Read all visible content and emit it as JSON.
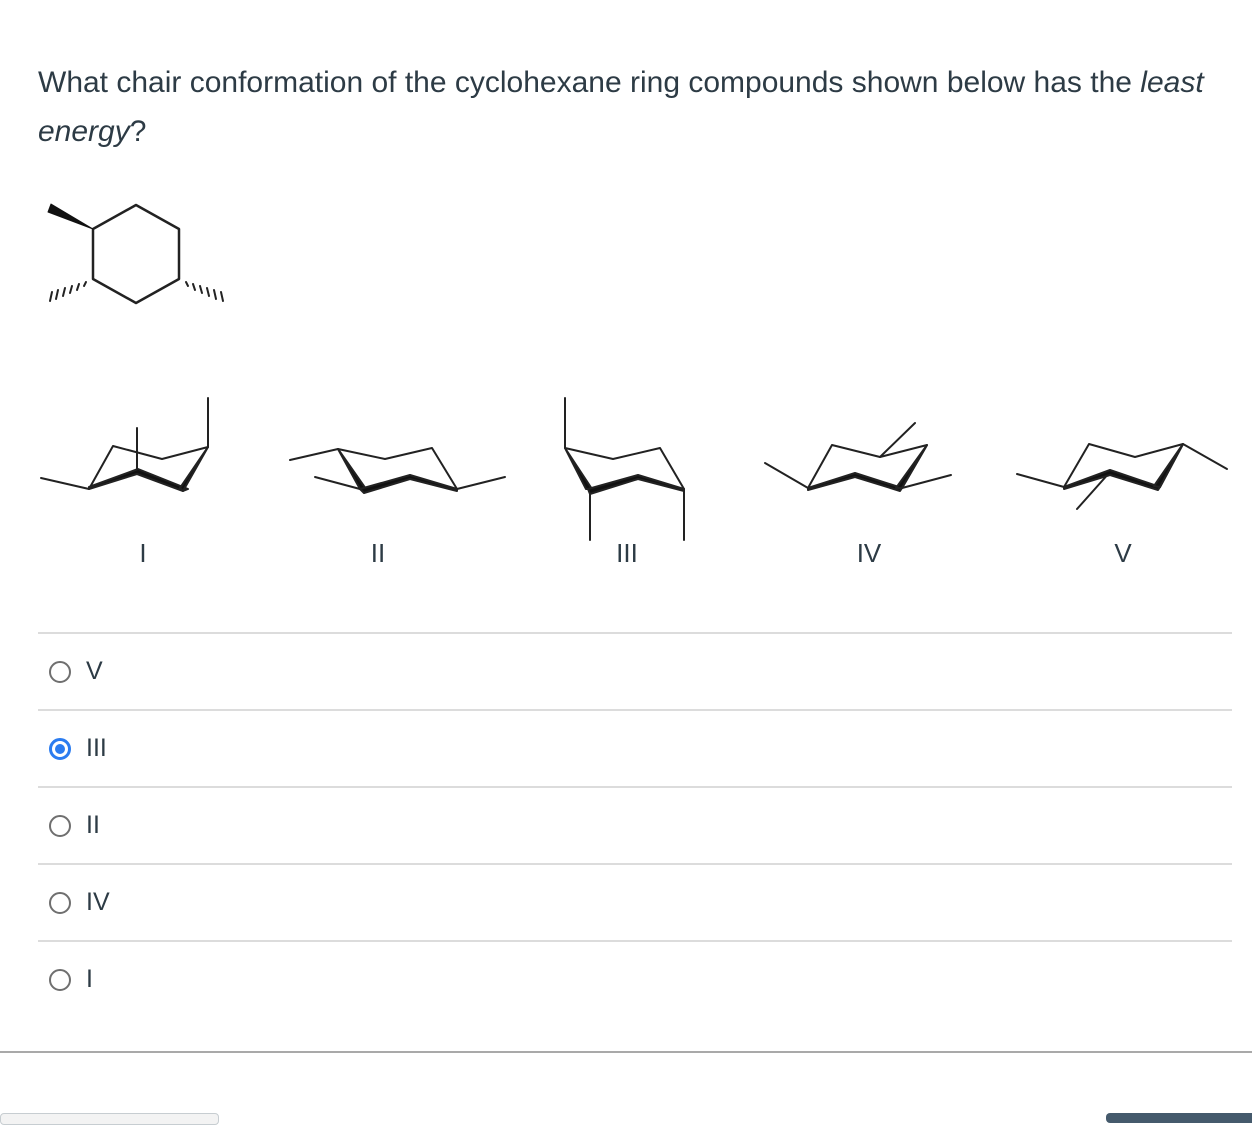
{
  "question": {
    "text_before": "What chair conformation of the cyclohexane ring compounds shown below has the ",
    "emphasis": "least energy",
    "text_after": "?"
  },
  "figure": {
    "structure_labels": [
      "I",
      "II",
      "III",
      "IV",
      "V"
    ],
    "description": "1,2,4-trimethylcyclohexane skeletal structure with wedge/dash bonds; five chair conformations labeled I to V"
  },
  "answers": [
    {
      "label": "V",
      "selected": false
    },
    {
      "label": "III",
      "selected": true
    },
    {
      "label": "II",
      "selected": false
    },
    {
      "label": "IV",
      "selected": false
    },
    {
      "label": "I",
      "selected": false
    }
  ],
  "colors": {
    "text": "#2d3b45",
    "radio_selected": "#2b7cf0",
    "divider": "#dcdcdc",
    "primary_button": "#455a6c"
  }
}
